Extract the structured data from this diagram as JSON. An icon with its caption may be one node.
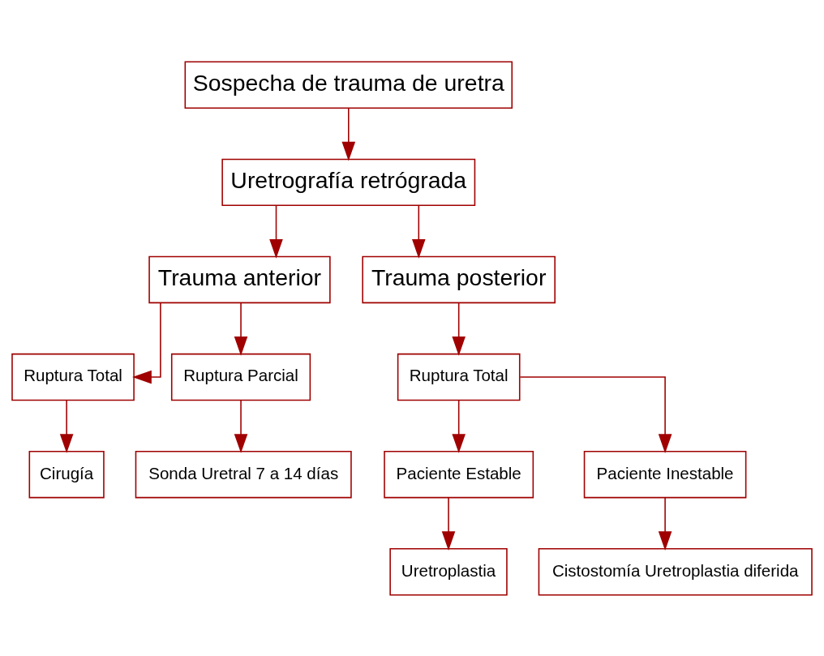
{
  "diagram": {
    "nodes": [
      {
        "text": [
          "Sospecha de trauma de uretra"
        ]
      },
      {
        "text": [
          "Uretrografía retrógrada"
        ]
      },
      {
        "text": [
          "Trauma anterior"
        ]
      },
      {
        "text": [
          "Trauma posterior"
        ]
      },
      {
        "text": [
          "Ruptura Total"
        ]
      },
      {
        "text": [
          "Ruptura Parcial"
        ]
      },
      {
        "text": [
          "Ruptura Total"
        ]
      },
      {
        "text": [
          "Cirugía"
        ]
      },
      {
        "text": [
          "Sonda Uretral 7 a 14 días"
        ]
      },
      {
        "text": [
          "Paciente Estable"
        ]
      },
      {
        "text": [
          "Paciente Inestable"
        ]
      },
      {
        "text": [
          "Uretroplastia"
        ]
      },
      {
        "text": [
          "Cistostomía Uretroplastia diferida"
        ]
      }
    ],
    "edges": [
      {
        "from": 0,
        "to": 1,
        "arrow": "to"
      },
      {
        "from": 1,
        "to": 2,
        "arrow": "to"
      },
      {
        "from": 1,
        "to": 3,
        "arrow": "to"
      },
      {
        "from": 2,
        "to": 4,
        "arrow": "to"
      },
      {
        "from": 2,
        "to": 5,
        "arrow": "to"
      },
      {
        "from": 3,
        "to": 6,
        "arrow": "to"
      },
      {
        "from": 4,
        "to": 7,
        "arrow": "to"
      },
      {
        "from": 5,
        "to": 8,
        "arrow": "to"
      },
      {
        "from": 6,
        "to": 9,
        "arrow": "to"
      },
      {
        "from": 6,
        "to": 10,
        "arrow": "to"
      },
      {
        "from": 9,
        "to": 11,
        "arrow": "to"
      },
      {
        "from": 10,
        "to": 12,
        "arrow": "to"
      }
    ]
  }
}
